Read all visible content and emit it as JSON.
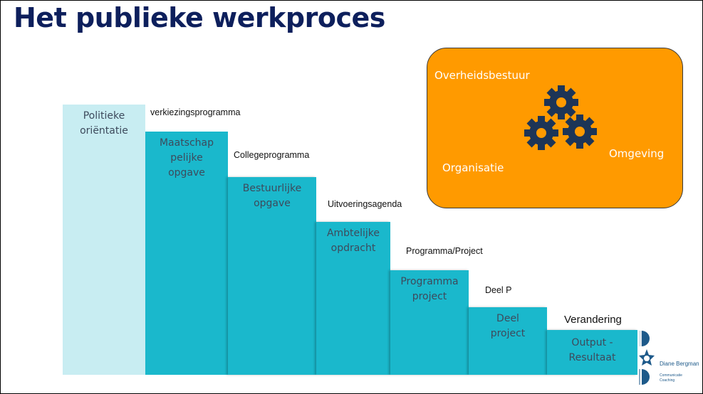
{
  "title": "Het publieke werkproces",
  "steps": [
    {
      "line1": "Politieke",
      "line2": "oriëntatie",
      "line3": ""
    },
    {
      "line1": "Maatschap",
      "line2": "pelijke",
      "line3": "opgave"
    },
    {
      "line1": "Bestuurlijke",
      "line2": "opgave",
      "line3": ""
    },
    {
      "line1": "Ambtelijke",
      "line2": "opdracht",
      "line3": ""
    },
    {
      "line1": "Programma",
      "line2": "project",
      "line3": ""
    },
    {
      "line1": "Deel",
      "line2": "project",
      "line3": ""
    },
    {
      "line1": "Output -",
      "line2": "Resultaat",
      "line3": ""
    }
  ],
  "labels": [
    "verkiezingsprogramma",
    "Collegeprogramma",
    "Uitvoeringsagenda",
    "Programma/Project",
    "Deel P",
    "Verandering"
  ],
  "orange_box": {
    "top_label": "Overheidsbestuur",
    "left_label": "Organisatie",
    "right_label": "Omgeving",
    "icon": "gears-icon",
    "fill_color": "#ff9a00",
    "gear_color": "#1d3557"
  },
  "logo": {
    "name": "Diane Bergman",
    "line1": "Communicatie",
    "line2": "Coaching"
  }
}
